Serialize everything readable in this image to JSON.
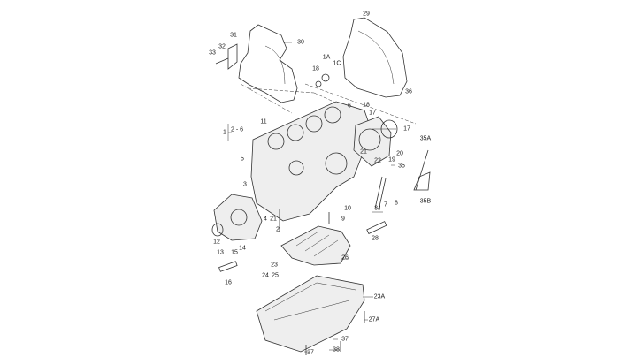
{
  "diagram": {
    "type": "exploded parts diagram - engine cylinder block and oil pan",
    "labels": [
      "29",
      "30",
      "31",
      "32",
      "33",
      "1A",
      "1C",
      "18",
      "36",
      "6",
      "18",
      "17",
      "17",
      "11",
      "1",
      "2 - 6",
      "35A",
      "5",
      "21",
      "22",
      "20",
      "19",
      "35",
      "3",
      "7",
      "8",
      "10",
      "34",
      "35B",
      "9",
      "4",
      "21",
      "2",
      "28",
      "12",
      "14",
      "13",
      "15",
      "26",
      "23",
      "24",
      "25",
      "16",
      "23A",
      "27A",
      "37",
      "38",
      "27"
    ]
  }
}
